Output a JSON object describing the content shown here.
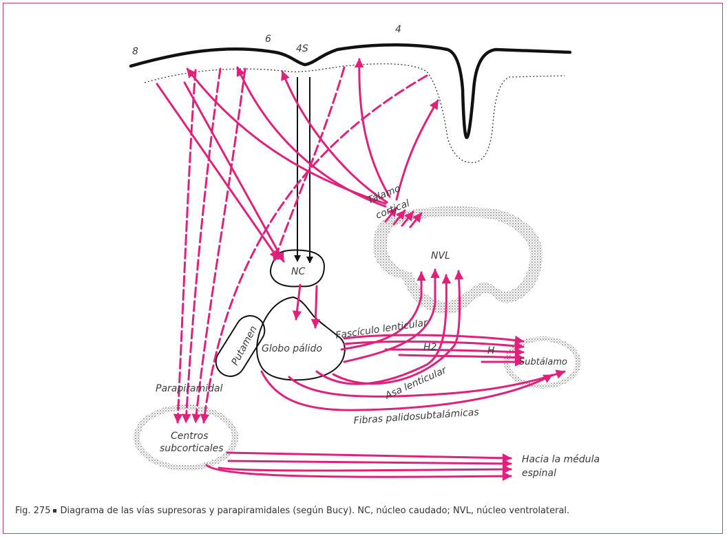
{
  "colors": {
    "pathway": "#e0207a",
    "outline": "#111111",
    "stipple": "#555555",
    "frame": "#d9338a"
  },
  "cortex_areas": [
    "8",
    "6",
    "4S",
    "4"
  ],
  "labels": {
    "talamo": "Tálamo",
    "cortical": "cortical",
    "nvl": "NVL",
    "nc": "NC",
    "putamen": "Putamen",
    "globo_palido": "Globo pálido",
    "fasciculo_lenticular": "Fascículo lenticular",
    "h2": "H2",
    "h": "H",
    "subtalamo": "Subtálamo",
    "asa_lenticular": "Asa lenticular",
    "fibras_palidosubtalamicas": "Fibras palidosubtalámicas",
    "parapiramidal": "Parapiramidal",
    "centros": "Centros",
    "subcorticales": "subcorticales",
    "hacia_la_medula": "Hacia la médula",
    "espinal": "espinal"
  },
  "caption": {
    "figure": "Fig. 275",
    "text": "Diagrama de las vías supresoras y parapiramidales (según Bucy). NC, núcleo caudado; NVL, núcleo ventrolateral."
  }
}
